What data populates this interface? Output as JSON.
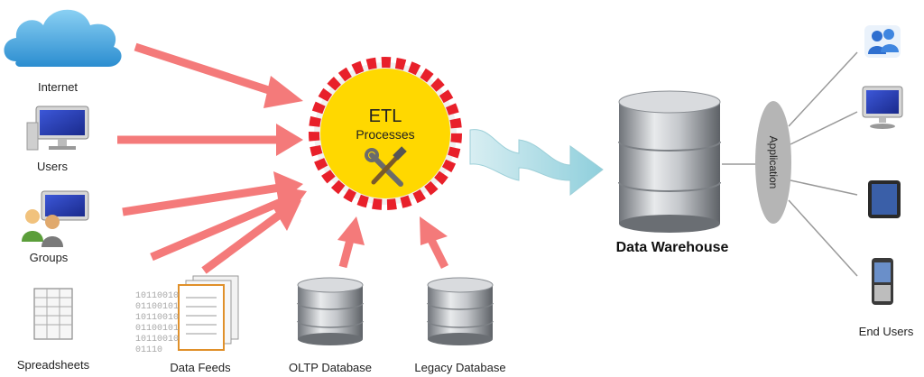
{
  "etl": {
    "title": "ETL",
    "subtitle": "Processes",
    "fill": "#ffd800",
    "ring": "#e8202a"
  },
  "sources": {
    "internet": "Internet",
    "users": "Users",
    "groups": "Groups",
    "spreadsheets": "Spreadsheets",
    "data_feeds": "Data Feeds",
    "oltp": "OLTP Database",
    "legacy": "Legacy Database",
    "feed_digits": [
      "10110010",
      "01100101",
      "10110010",
      "01100101",
      "10110010",
      "01110"
    ]
  },
  "warehouse": {
    "label": "Data Warehouse"
  },
  "application": {
    "label": "Application"
  },
  "end_users": {
    "label": "End Users"
  },
  "colors": {
    "arrow": "#f47a7a",
    "flow_arrow": "#a9dbe4",
    "cylinder": "#b9bcc0",
    "app_ellipse": "#b5b5b5"
  }
}
